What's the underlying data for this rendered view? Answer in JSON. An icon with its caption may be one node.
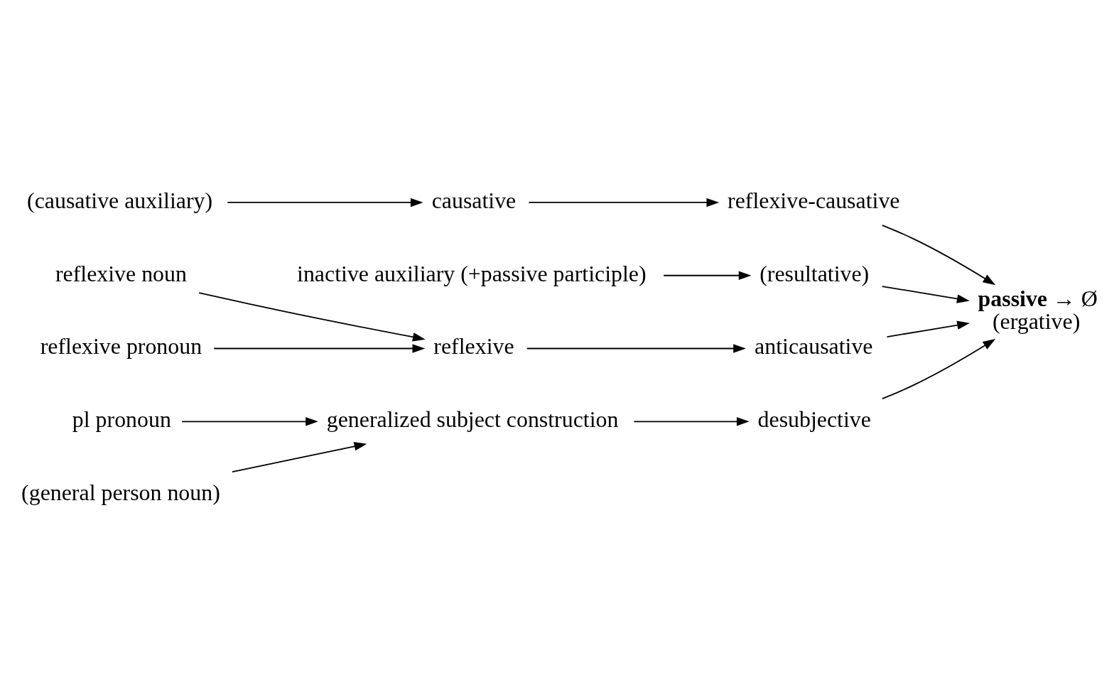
{
  "diagram": {
    "nodes": [
      {
        "text": [
          "(causative auxiliary)"
        ]
      },
      {
        "text": [
          "inactive auxiliary (+passive participle)"
        ]
      },
      {
        "text": [
          "causative"
        ]
      },
      {
        "text": [
          "(resultative)"
        ]
      },
      {
        "text": [
          "reflexive noun"
        ]
      },
      {
        "text": [
          "reflexive-causative"
        ]
      },
      {
        "text": [
          "**passive** → Ø",
          "(ergative)"
        ]
      },
      {
        "text": [
          "reflexive"
        ]
      },
      {
        "text": [
          "anticausative"
        ]
      },
      {
        "text": [
          "reflexive pronoun"
        ]
      },
      {
        "text": [
          "desubjective"
        ]
      },
      {
        "text": [
          "pl pronoun"
        ]
      },
      {
        "text": [
          "generalized subject construction"
        ]
      },
      {
        "text": [
          "(general person noun)"
        ]
      }
    ],
    "edges": [
      {
        "from": 0,
        "to": 2,
        "arrow": "to"
      },
      {
        "from": 1,
        "to": 3,
        "arrow": "to"
      },
      {
        "from": 2,
        "to": 5,
        "arrow": "to"
      },
      {
        "from": 3,
        "to": 6,
        "arrow": "to"
      },
      {
        "from": 5,
        "to": 6,
        "arrow": "to"
      },
      {
        "from": 4,
        "to": 7,
        "arrow": "to"
      },
      {
        "from": 9,
        "to": 7,
        "arrow": "to"
      },
      {
        "from": 7,
        "to": 8,
        "arrow": "to"
      },
      {
        "from": 8,
        "to": 6,
        "arrow": "to"
      },
      {
        "from": 10,
        "to": 6,
        "arrow": "to"
      },
      {
        "from": 11,
        "to": 12,
        "arrow": "to"
      },
      {
        "from": 13,
        "to": 12,
        "arrow": "to"
      },
      {
        "from": 12,
        "to": 10,
        "arrow": "to"
      }
    ]
  }
}
